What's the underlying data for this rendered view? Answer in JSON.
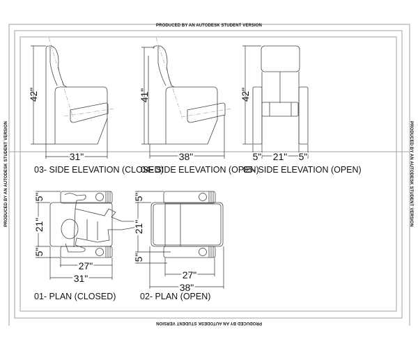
{
  "watermark": "PRODUCED BY AN AUTODESK STUDENT VERSION",
  "views": {
    "side_closed": {
      "title": "03- SIDE ELEVATION (CLOSED)",
      "height": "42\"",
      "width": "31\""
    },
    "side_open": {
      "title": "04- SIDE ELEVATION (OPEN)",
      "height": "41\"",
      "width": "38\""
    },
    "front": {
      "title": "05- SIDE ELEVATION (OPEN)",
      "height": "42\"",
      "arm_left": "5\"",
      "seat": "21\"",
      "arm_right": "5\""
    },
    "plan_closed": {
      "title": "01- PLAN (CLOSED)",
      "arm_top": "5\"",
      "seat": "21\"",
      "arm_bottom": "5\"",
      "inner": "27\"",
      "overall": "31\""
    },
    "plan_open": {
      "title": "02- PLAN (OPEN)",
      "arm_top": "5\"",
      "seat": "21\"",
      "arm_bottom": "5\"",
      "inner": "27\"",
      "overall": "38\""
    }
  }
}
